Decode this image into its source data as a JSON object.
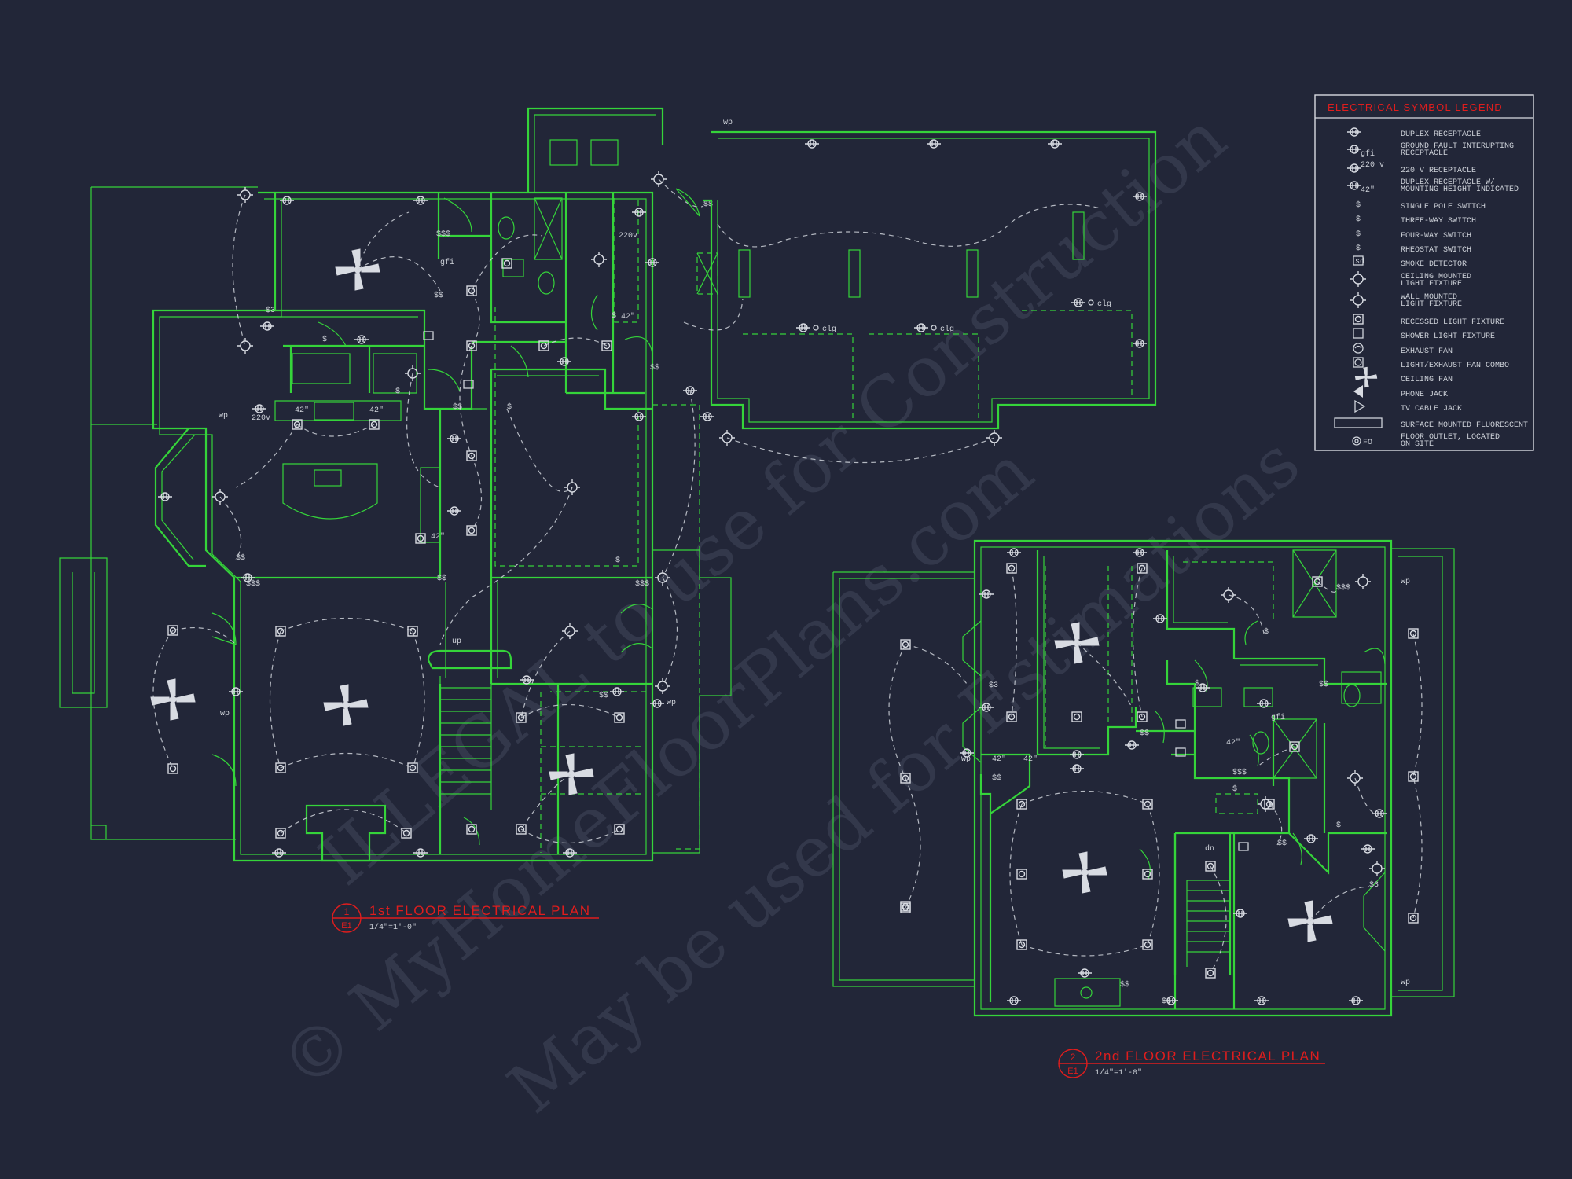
{
  "legend": {
    "title": "ELECTRICAL SYMBOL LEGEND",
    "items": [
      {
        "icon": "duplex-receptacle-icon",
        "label1": "DUPLEX RECEPTACLE",
        "label2": ""
      },
      {
        "icon": "gfi-receptacle-icon",
        "label1": "GROUND FAULT INTERUPTING",
        "label2": "RECEPTACLE"
      },
      {
        "icon": "220v-receptacle-icon",
        "label1": "220 V RECEPTACLE",
        "label2": ""
      },
      {
        "icon": "mounted-receptacle-icon",
        "label1": "DUPLEX RECEPTACLE W/",
        "label2": "MOUNTING HEIGHT INDICATED"
      },
      {
        "icon": "single-pole-switch-icon",
        "label1": "SINGLE POLE SWITCH",
        "label2": ""
      },
      {
        "icon": "three-way-switch-icon",
        "label1": "THREE-WAY SWITCH",
        "label2": ""
      },
      {
        "icon": "four-way-switch-icon",
        "label1": "FOUR-WAY SWITCH",
        "label2": ""
      },
      {
        "icon": "rheostat-switch-icon",
        "label1": "RHEOSTAT SWITCH",
        "label2": ""
      },
      {
        "icon": "smoke-detector-icon",
        "label1": "SMOKE DETECTOR",
        "label2": ""
      },
      {
        "icon": "ceiling-light-icon",
        "label1": "CEILING MOUNTED",
        "label2": "LIGHT FIXTURE"
      },
      {
        "icon": "wall-light-icon",
        "label1": "WALL MOUNTED",
        "label2": "LIGHT FIXTURE"
      },
      {
        "icon": "recessed-light-icon",
        "label1": "RECESSED LIGHT FIXTURE",
        "label2": ""
      },
      {
        "icon": "shower-light-icon",
        "label1": "SHOWER LIGHT FIXTURE",
        "label2": ""
      },
      {
        "icon": "exhaust-fan-icon",
        "label1": "EXHAUST FAN",
        "label2": ""
      },
      {
        "icon": "light-exhaust-combo-icon",
        "label1": "LIGHT/EXHAUST FAN COMBO",
        "label2": ""
      },
      {
        "icon": "ceiling-fan-icon",
        "label1": "CEILING FAN",
        "label2": ""
      },
      {
        "icon": "phone-jack-icon",
        "label1": "PHONE JACK",
        "label2": ""
      },
      {
        "icon": "tv-cable-jack-icon",
        "label1": "TV CABLE JACK",
        "label2": ""
      },
      {
        "icon": "fluorescent-fixture-icon",
        "label1": "SURFACE MOUNTED FLUORESCENT",
        "label2": ""
      },
      {
        "icon": "floor-outlet-icon",
        "label1": "FLOOR OUTLET, LOCATED",
        "label2": "ON SITE"
      }
    ]
  },
  "legend_marks": {
    "gfi": "gfi",
    "v220": "220 v",
    "h42": "42\"",
    "fo": "FO"
  },
  "plans": {
    "first": {
      "number": "1",
      "sheet": "E1",
      "title": "1st FLOOR ELECTRICAL PLAN",
      "scale": "1/4\"=1'-0\""
    },
    "second": {
      "number": "2",
      "sheet": "E1",
      "title": "2nd FLOOR ELECTRICAL PLAN",
      "scale": "1/4\"=1'-0\""
    }
  },
  "annotations": {
    "clg": "clg",
    "v220": "220v",
    "h42": "42\"",
    "wp": "wp",
    "gfi": "gfi",
    "up": "up",
    "dn": "dn",
    "sd": "sd"
  },
  "watermark": {
    "line1": "© MyHomeFloorPlans.com",
    "line2": "ILLEGAL to use for Construction",
    "line3": "May be used for Estimations"
  },
  "colors": {
    "background": "#222638",
    "walls": "#35d43a",
    "titles": "#e01d1d",
    "symbols": "#d8dbe2"
  }
}
